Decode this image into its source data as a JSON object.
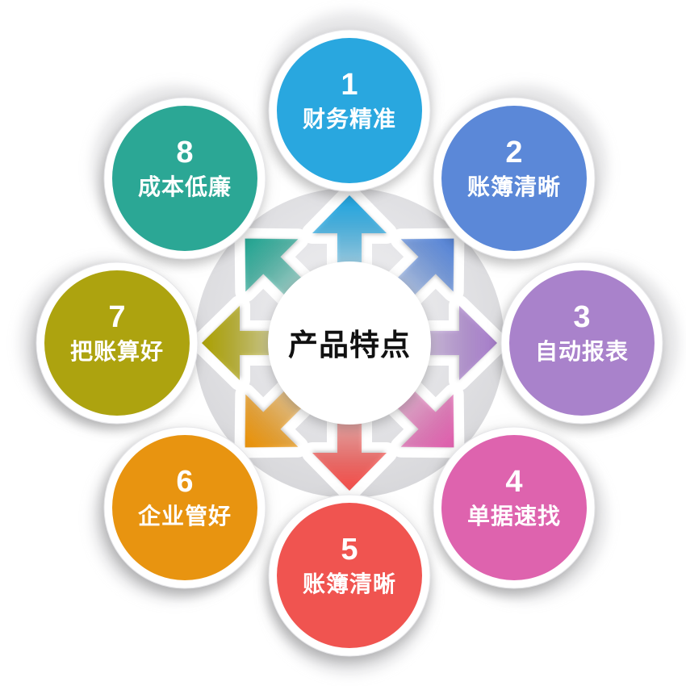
{
  "title": {
    "text": "产品特点",
    "color": "#111111"
  },
  "palette": {
    "background": "#FFFFFF",
    "circle_text": "#FFFFFF",
    "hub_light": "#F2F2F4",
    "hub_mid": "#E3E3E6",
    "hub_dark": "#D6D6D9"
  },
  "items": [
    {
      "number": "1",
      "label": "财务精准",
      "color": "#29A7DF"
    },
    {
      "number": "2",
      "label": "账簿清晰",
      "color": "#5B88D8"
    },
    {
      "number": "3",
      "label": "自动报表",
      "color": "#A982CB"
    },
    {
      "number": "4",
      "label": "单据速找",
      "color": "#DE63AE"
    },
    {
      "number": "5",
      "label": "账簿清晰",
      "color": "#F05450"
    },
    {
      "number": "6",
      "label": "企业管好",
      "color": "#E89410"
    },
    {
      "number": "7",
      "label": "把账算好",
      "color": "#ADA30F"
    },
    {
      "number": "8",
      "label": "成本低廉",
      "color": "#2BA795"
    }
  ]
}
